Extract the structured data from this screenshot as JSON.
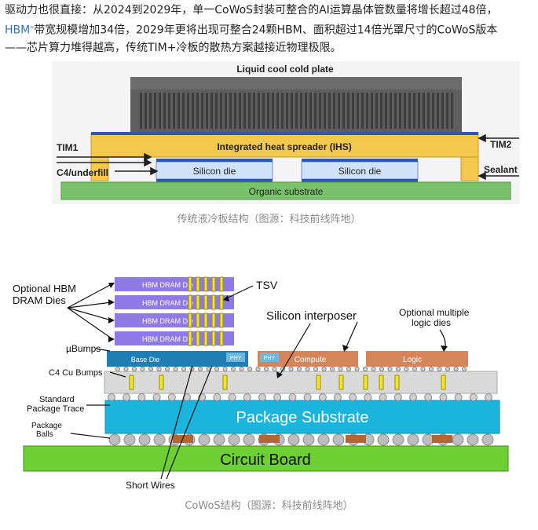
{
  "paragraph": {
    "line1": "驱动力也很直接：从2024到2029年，单一CoWoS封装可整合的AI运算晶体管数量将增长超过48倍，",
    "link": "HBM",
    "line2_rest": "带宽规模增加34倍，2029年更将出现可整合24颗HBM、面积超过14倍光罩尺寸的CoWoS版本",
    "line3": "——芯片算力堆得越高，传统TIM+冷板的散热方案越接近物理极限。"
  },
  "figure1": {
    "title": "Liquid cool cold plate",
    "ihs": "Integrated heat spreader (IHS)",
    "tim1": "TIM1",
    "tim2": "TIM2",
    "c4": "C4/underfill",
    "sealant": "Sealant",
    "die1": "Silicon die",
    "die2": "Silicon die",
    "substrate": "Organic substrate",
    "caption": "传统液冷板结构（图源：科技前线阵地）"
  },
  "figure2": {
    "hbm_label_1": "Optional HBM",
    "hbm_label_2": "DRAM Dies",
    "hbm_dies": [
      "HBM DRAM Die",
      "HBM DRAM Die",
      "HBM DRAM Die",
      "HBM DRAM Die"
    ],
    "base_die": "Base Die",
    "phy": "PHY",
    "compute": "Compute",
    "logic": "Logic",
    "tsv": "TSV",
    "interposer": "Silicon interposer",
    "optional_logic_1": "Optional multiple",
    "optional_logic_2": "logic dies",
    "ubumps": "µBumps",
    "c4_bumps": "C4 Cu Bumps",
    "std_trace_1": "Standard",
    "std_trace_2": "Package Trace",
    "pkg_balls_1": "Package",
    "pkg_balls_2": "Balls",
    "package_substrate": "Package Substrate",
    "circuit_board": "Circuit Board",
    "short_wires": "Short Wires",
    "caption": "CoWoS结构（图源：科技前线阵地）"
  }
}
